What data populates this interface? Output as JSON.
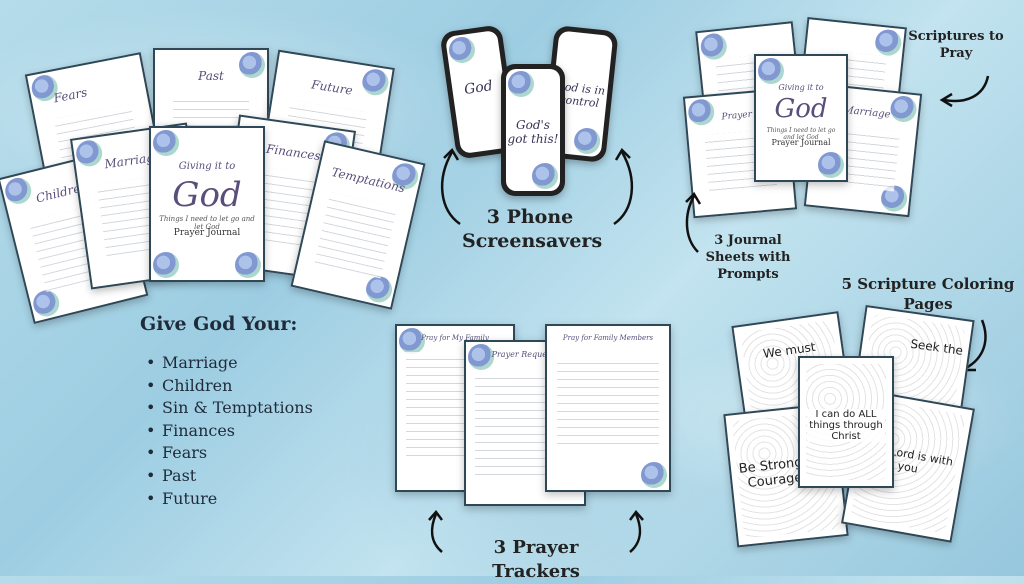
{
  "labels": {
    "phone_screensavers": "3 Phone Screensavers",
    "scriptures_to_pray": "Scriptures to Pray",
    "journal_sheets": "3 Journal Sheets with Prompts",
    "coloring_pages": "5 Scripture Coloring Pages",
    "prayer_trackers": "3 Prayer Trackers"
  },
  "give_god": {
    "title": "Give God Your:",
    "items": [
      "Marriage",
      "Children",
      "Sin & Temptations",
      "Finances",
      "Fears",
      "Past",
      "Future"
    ]
  },
  "prayer_pages": {
    "fears": "Fears",
    "past": "Past",
    "future": "Future",
    "children": "Children",
    "marriage": "Marriage",
    "finances": "Finances",
    "temptations": "Temptations"
  },
  "cover": {
    "line1": "Giving it to",
    "line2": "God",
    "line3": "Things I need to let go and let God",
    "line4": "Prayer Journal"
  },
  "phones": {
    "p1": "God",
    "p2": "God's got this!",
    "p3": "God is in control"
  },
  "journal_pages": {
    "j1": "Prayer",
    "j2": "Marriage"
  },
  "trackers": {
    "t1": "Pray for My Family",
    "t2": "Prayer Requests",
    "t3": "Pray for Family Members"
  },
  "coloring": {
    "c1": "We must",
    "c2": "Seek the",
    "c3": "I can do ALL things through Christ",
    "c4": "Be Strong and Courageous",
    "c5": "The Lord is with you"
  }
}
